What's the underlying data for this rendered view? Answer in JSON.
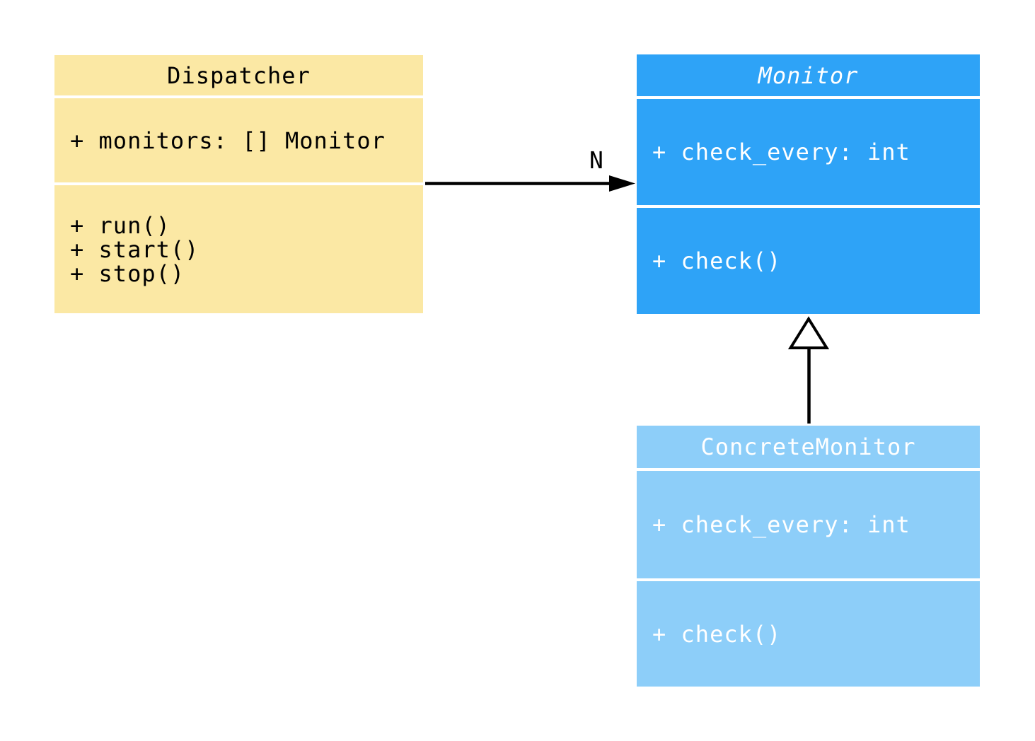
{
  "diagram": {
    "type": "uml-class-diagram",
    "background_color": "#ffffff",
    "classes": [
      {
        "id": "dispatcher",
        "name": "Dispatcher",
        "abstract": false,
        "fill_color": "#fbe8a4",
        "text_color": "#000000",
        "attributes": [
          "+ monitors: [] Monitor"
        ],
        "methods": [
          "+ run()",
          "+ start()",
          "+ stop()"
        ]
      },
      {
        "id": "monitor",
        "name": "Monitor",
        "abstract": true,
        "fill_color": "#2ea3f7",
        "text_color": "#ffffff",
        "attributes": [
          "+ check_every: int"
        ],
        "methods": [
          "+ check()"
        ]
      },
      {
        "id": "concrete-monitor",
        "name": "ConcreteMonitor",
        "abstract": false,
        "fill_color": "#8dcef9",
        "text_color": "#ffffff",
        "attributes": [
          "+ check_every: int"
        ],
        "methods": [
          "+ check()"
        ]
      }
    ],
    "relations": [
      {
        "type": "association",
        "from": "Dispatcher",
        "to": "Monitor",
        "label": "N",
        "arrow": "filled-arrowhead",
        "color": "#000000"
      },
      {
        "type": "inheritance",
        "from": "ConcreteMonitor",
        "to": "Monitor",
        "label": "",
        "arrow": "hollow-triangle",
        "color": "#000000"
      }
    ]
  }
}
